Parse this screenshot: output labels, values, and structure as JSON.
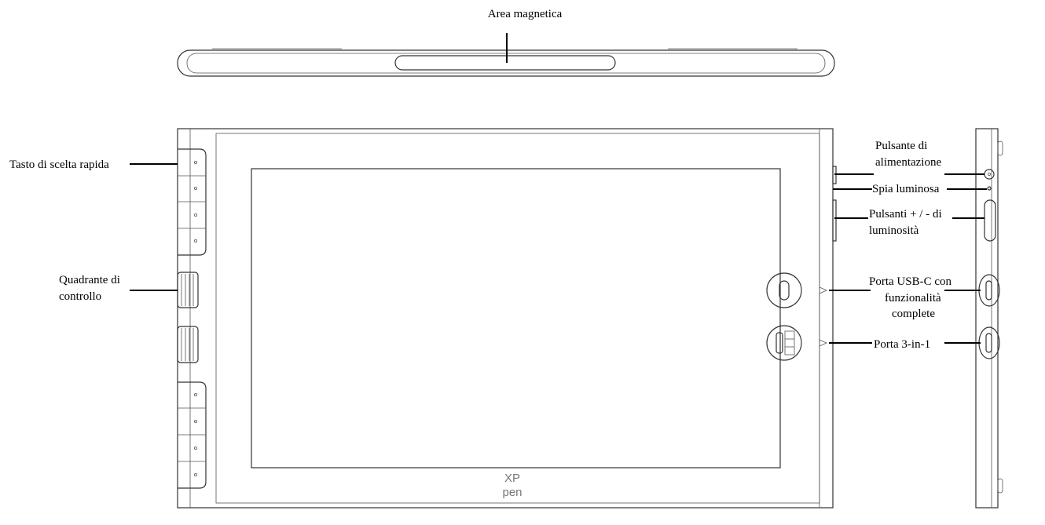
{
  "labels": {
    "magnetic_area": "Area magnetica",
    "shortcut_key": "Tasto di scelta rapida",
    "dial_line1": "Quadrante di",
    "dial_line2": "controllo",
    "power_line1": "Pulsante di",
    "power_line2": "alimentazione",
    "indicator": "Spia luminosa",
    "brightness_line1": "Pulsanti + / - di",
    "brightness_line2": "luminosità",
    "usbc_line1": "Porta USB-C con",
    "usbc_line2": "funzionalità",
    "usbc_line3": "complete",
    "port3in1": "Porta 3-in-1"
  },
  "logo": {
    "line1": "XP",
    "line2": "pen"
  }
}
